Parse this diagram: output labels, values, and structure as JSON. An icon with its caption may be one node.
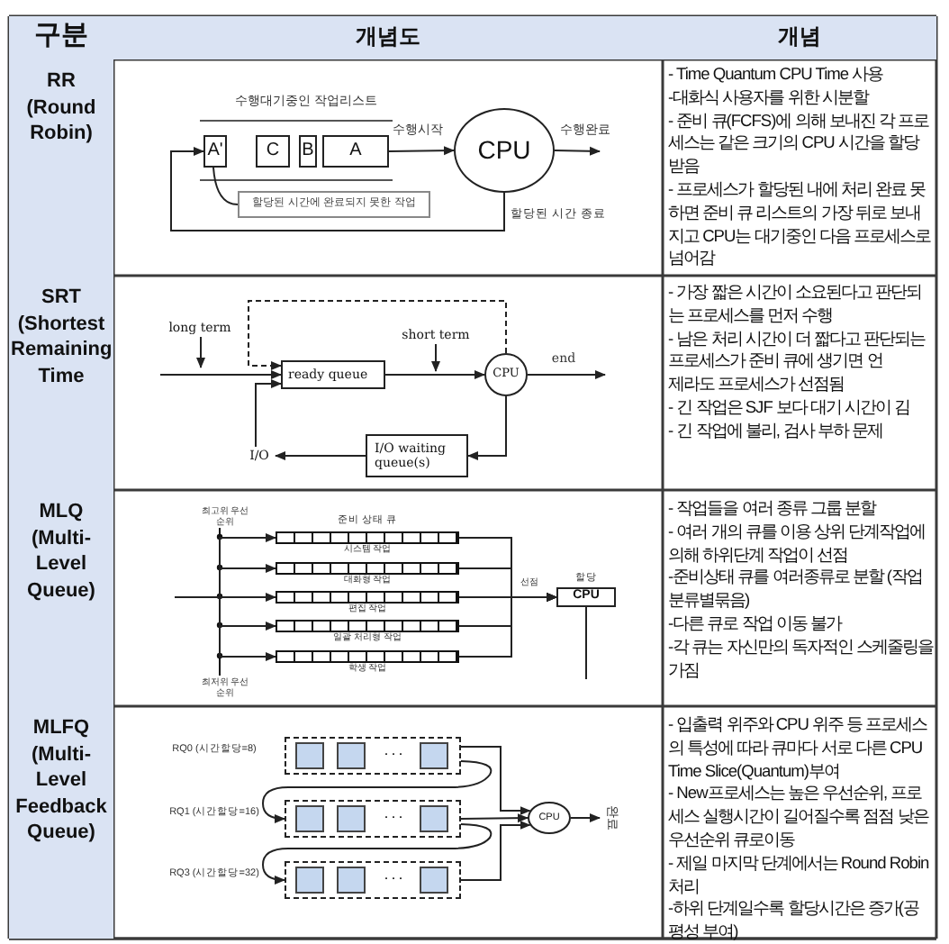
{
  "diagram": {
    "nodes": [
      {
        "text": [
          "A'"
        ]
      },
      {
        "text": [
          "C"
        ]
      },
      {
        "text": [
          "B"
        ]
      },
      {
        "text": [
          "A"
        ]
      },
      {
        "text": [
          "CPU"
        ]
      },
      {
        "text": [
          "할당된 시간에 완료되지 못한 작업"
        ]
      },
      {
        "text": [
          "long term"
        ]
      },
      {
        "text": [
          "short term"
        ]
      },
      {
        "text": [
          "ready queue"
        ]
      },
      {
        "text": [
          "CPU"
        ]
      },
      {
        "text": [
          "I/O waiting queue(s)"
        ]
      },
      {
        "text": [
          "I/O"
        ]
      },
      {
        "text": [],
        "shape": "bar",
        "beside": [
          "준비 상태 큐",
          "시스템 작업"
        ]
      },
      {
        "text": [],
        "shape": "bar",
        "beside": [
          "대화형 작업"
        ]
      },
      {
        "text": [],
        "shape": "bar",
        "beside": [
          "편집 작업"
        ]
      },
      {
        "text": [],
        "shape": "bar",
        "beside": [
          "일괄 처리형 작업"
        ]
      },
      {
        "text": [],
        "shape": "bar",
        "beside": [
          "학생 작업"
        ]
      },
      {
        "text": [
          "CPU"
        ],
        "beside": [
          "할당"
        ]
      },
      {
        "text": [
          "···"
        ],
        "beside": [
          "RQ0 (시간할당=8)"
        ]
      },
      {
        "text": [
          "···"
        ],
        "beside": [
          "RQ1 (시간할당=16)"
        ]
      },
      {
        "text": [
          "···"
        ],
        "beside": [
          "RQ3 (시간할당=32)"
        ]
      },
      {
        "text": [
          "CPU"
        ]
      }
    ],
    "edges": [
      {
        "from": 3,
        "to": 4,
        "arrow": "to",
        "label": "수행시작"
      },
      {
        "from": 4,
        "to": null,
        "arrow": "to",
        "label": "수행완료"
      },
      {
        "from": 4,
        "to": 0,
        "arrow": "to",
        "label": "할당된 시간 종료"
      },
      {
        "from": 5,
        "to": 0,
        "arrow": "none"
      },
      {
        "from": 6,
        "to": null,
        "arrow": "to"
      },
      {
        "from": null,
        "to": 8,
        "arrow": "to"
      },
      {
        "from": 7,
        "to": null,
        "arrow": "to"
      },
      {
        "from": 8,
        "to": 9,
        "arrow": "to"
      },
      {
        "from": 9,
        "to": null,
        "arrow": "to",
        "label": "end"
      },
      {
        "from": 9,
        "to": 10,
        "arrow": "to"
      },
      {
        "from": 10,
        "to": 11,
        "arrow": "to"
      },
      {
        "from": 11,
        "to": 8,
        "arrow": "to"
      },
      {
        "from": 9,
        "to": 8,
        "arrow": "to",
        "style": "dashed"
      },
      {
        "from": null,
        "to": 12,
        "arrow": "to"
      },
      {
        "from": null,
        "to": 13,
        "arrow": "to"
      },
      {
        "from": null,
        "to": 14,
        "arrow": "to"
      },
      {
        "from": null,
        "to": 15,
        "arrow": "to"
      },
      {
        "from": null,
        "to": 16,
        "arrow": "to"
      },
      {
        "from": 12,
        "to": 17,
        "arrow": "to"
      },
      {
        "from": 13,
        "to": 17,
        "arrow": "to"
      },
      {
        "from": 14,
        "to": 17,
        "arrow": "to",
        "label": "선점"
      },
      {
        "from": 15,
        "to": 17,
        "arrow": "to"
      },
      {
        "from": 16,
        "to": 17,
        "arrow": "to"
      },
      {
        "from": 17,
        "to": null,
        "arrow": "none"
      },
      {
        "from": 18,
        "to": 21,
        "arrow": "to"
      },
      {
        "from": 19,
        "to": 21,
        "arrow": "to"
      },
      {
        "from": 20,
        "to": 21,
        "arrow": "to"
      },
      {
        "from": 18,
        "to": 19,
        "arrow": "to"
      },
      {
        "from": 19,
        "to": 20,
        "arrow": "to"
      },
      {
        "from": 21,
        "to": null,
        "arrow": "to",
        "label": "완료"
      }
    ],
    "labels": [
      "구분",
      "개념도",
      "개념",
      "RR (Round Robin)",
      "수행대기중인 작업리스트",
      "- Time Quantum CPU Time 사용",
      "-대화식 사용자를 위한 시분할",
      "- 준비 큐(FCFS)에 의해 보내진 각 프로세스는 같은 크기의 CPU 시간을 할당 받음",
      "- 프로세스가 할당된 내에 처리 완료 못하면 준비 큐 리스트의 가장 뒤로 보내지고 CPU는 대기중인 다음 프로세스로 넘어감",
      "SRT (Shortest Remaining Time",
      "- 가장 짧은 시간이 소요된다고 판단되는 프로세스를 먼저 수행",
      "- 남은 처리 시간이 더 짧다고 판단되는 프로세스가 준비 큐에 생기면 언",
      "제라도 프로세스가 선점됨",
      "- 긴 작업은 SJF 보다 대기 시간이 김",
      "- 긴 작업에 불리, 검사 부하 문제",
      "MLQ (Multi-Level Queue)",
      "최고위 우선 순위",
      "최저위 우선 순위",
      "- 작업들을 여러 종류 그룹 분할",
      "- 여러 개의 큐를 이용 상위 단계작업에 의해 하위단계 작업이 선점",
      "-준비상태 큐를 여러종류로 분할 (작업분류별묶음)",
      "-다른 큐로 작업 이동 불가",
      "-각 큐는 자신만의 독자적인 스케줄링을가짐",
      "MLFQ (Multi-Level Feedback Queue)",
      "- 입출력 위주와 CPU 위주 등 프로세스의 특성에 따라 큐마다 서로 다른 CPU Time Slice(Quantum)부여",
      "- New프로세스는 높은 우선순위, 프로세스 실행시간이 길어질수록 점점 낮은 우선순위 큐로이동",
      "- 제일 마지막 단계에서는 Round Robin 처리",
      "-하위 단계일수록 할당시간은 증가(공평성 부여)"
    ]
  }
}
